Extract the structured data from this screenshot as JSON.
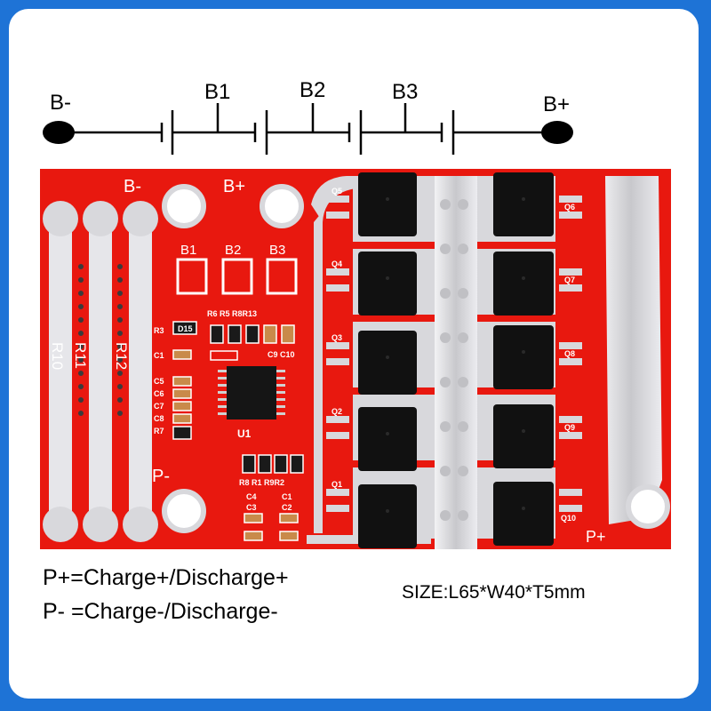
{
  "schematic": {
    "terminal_negative": "B-",
    "terminal_positive": "B+",
    "taps": [
      "B1",
      "B2",
      "B3"
    ]
  },
  "board": {
    "pad_labels": {
      "b_minus": "B-",
      "b_plus": "B+",
      "p_minus": "P-",
      "p_plus": "P+"
    },
    "balance_labels": [
      "B1",
      "B2",
      "B3"
    ],
    "resistor_labels": [
      "R10",
      "R11",
      "R12"
    ],
    "ic_label": "U1",
    "small_labels": {
      "r_row_top": "R6 R5 R8R13",
      "r_row_bottom": "R8 R1 R9R2",
      "c9c10": "C9 C10",
      "c4": "C4",
      "c3": "C3",
      "c1b": "C1",
      "c2": "C2",
      "r3": "R3",
      "c1": "C1",
      "c5": "C5",
      "c6": "C6",
      "c7": "C7",
      "c8": "C8",
      "r7": "R7",
      "d15": "D15"
    },
    "mosfet_labels_left": [
      "Q5",
      "Q4",
      "Q3",
      "Q2",
      "Q1"
    ],
    "mosfet_labels_right": [
      "Q6",
      "Q7",
      "Q8",
      "Q9",
      "Q10"
    ],
    "colors": {
      "pcb": "#e8180f",
      "solder": "#d8d8dc",
      "mosfet": "#111111",
      "frame": "#1e73d6"
    }
  },
  "footer": {
    "line1": "P+=Charge+/Discharge+",
    "line2": "P- =Charge-/Discharge-",
    "size": "SIZE:L65*W40*T5mm"
  }
}
